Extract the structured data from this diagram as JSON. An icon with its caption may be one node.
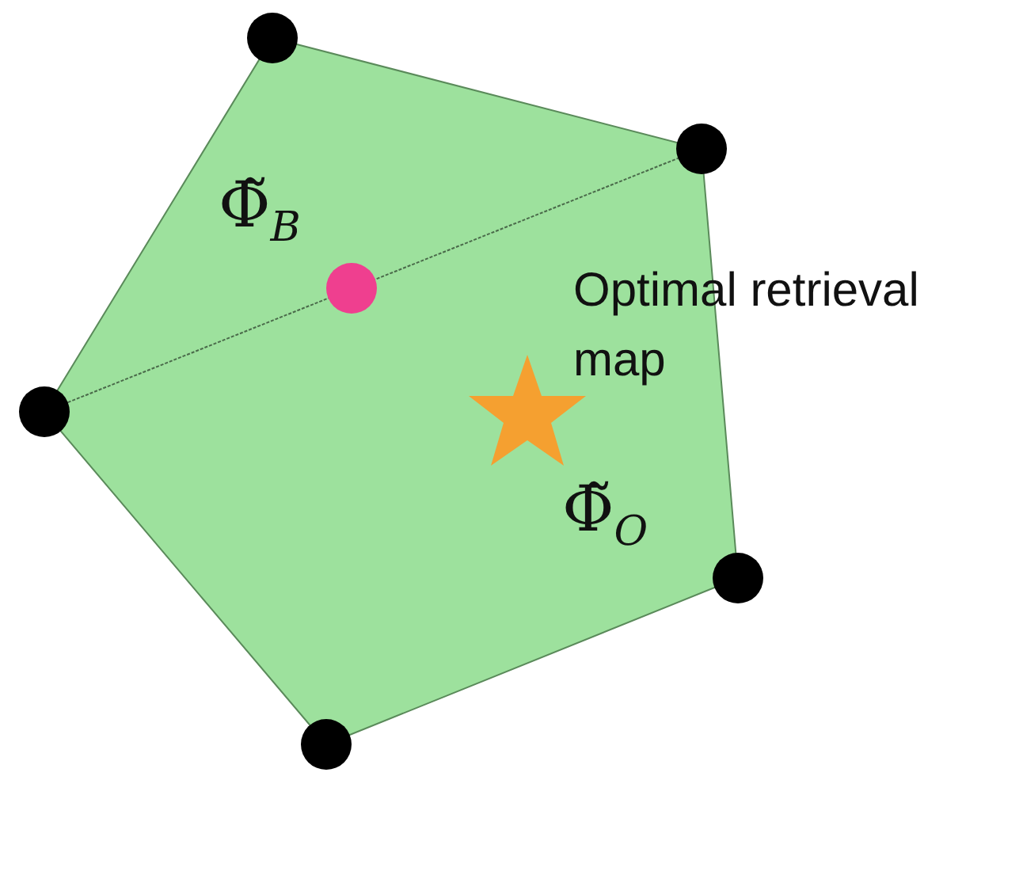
{
  "diagram": {
    "nodes": [
      {
        "text": [],
        "shape": "circle"
      },
      {
        "text": [],
        "shape": "circle"
      },
      {
        "text": [],
        "shape": "circle"
      },
      {
        "text": [],
        "shape": "circle"
      },
      {
        "text": [],
        "shape": "circle"
      }
    ],
    "edges": [
      {
        "from": 2,
        "to": 1,
        "arrow": "none",
        "style": "dashed"
      }
    ],
    "labels": [
      "Φ̃$_{B}$",
      "Optimal retrieval map",
      "Φ̃$_{O}$"
    ]
  }
}
